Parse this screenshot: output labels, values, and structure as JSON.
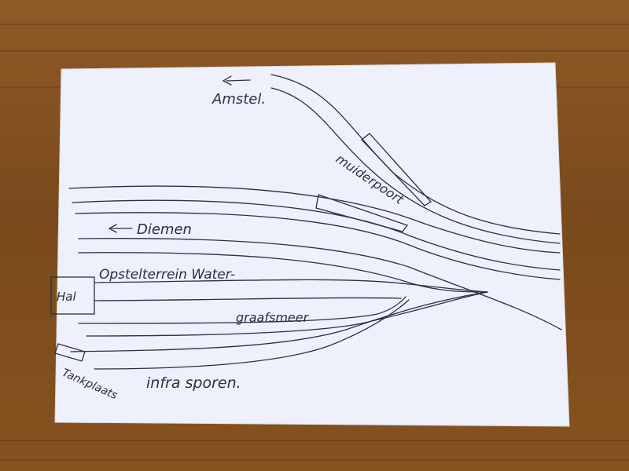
{
  "diagram": {
    "labels": {
      "amstel": "Amstel.",
      "muiderpoort": "muiderpoort",
      "diemen": "Diemen",
      "opstelterrein": "Opstelterrein Water-",
      "graafsmeer": "graafsmeer",
      "hal": "Hal",
      "infra_sporen": "infra sporen.",
      "tankplaats": "Tankplaats"
    },
    "arrows": {
      "amstel_arrow": "←",
      "diemen_arrow": "←"
    }
  },
  "colors": {
    "paper": "#eef0fb",
    "ink": "#2b2e44",
    "table": "#7d4c1f"
  }
}
